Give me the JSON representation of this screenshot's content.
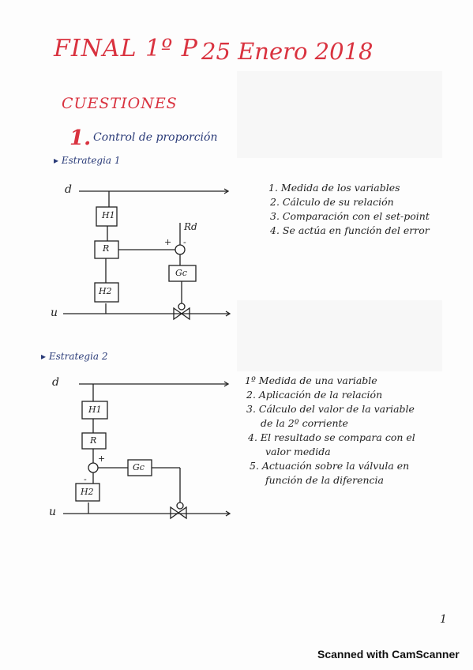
{
  "header": {
    "title": "FINAL 1º P",
    "date": "25 Enero 2018"
  },
  "section": "CUESTIONES",
  "question": {
    "number": "1.",
    "title": "Control de proporción"
  },
  "strategy1": {
    "label": "Estrategia 1",
    "steps": [
      "1. Medida de los variables",
      "2. Cálculo de su relación",
      "3. Comparación con el set-point",
      "4. Se actúa en función del error"
    ],
    "diagram": {
      "input_top": "d",
      "input_bottom": "u",
      "block_h1": "H1",
      "block_r": "R",
      "block_h2": "H2",
      "block_gc": "Gc",
      "setpoint": "Rd",
      "plus": "+",
      "minus": "-"
    }
  },
  "strategy2": {
    "label": "Estrategia 2",
    "steps": [
      "1º Medida de una variable",
      "2. Aplicación de la relación",
      "3. Cálculo del valor de la variable",
      "de la 2º corriente",
      "4. El resultado se compara con el",
      "valor medida",
      "5. Actuación sobre la válvula en",
      "función de la diferencia"
    ],
    "diagram": {
      "input_top": "d",
      "input_bottom": "u",
      "block_h1": "H1",
      "block_r": "R",
      "block_h2": "H2",
      "block_gc": "Gc",
      "plus": "+",
      "minus": "-"
    }
  },
  "page_number": "1",
  "footer": "Scanned with CamScanner",
  "colors": {
    "title_red": "#d9323f",
    "ink_blue": "#2a3b78",
    "ink_black": "#222222"
  }
}
